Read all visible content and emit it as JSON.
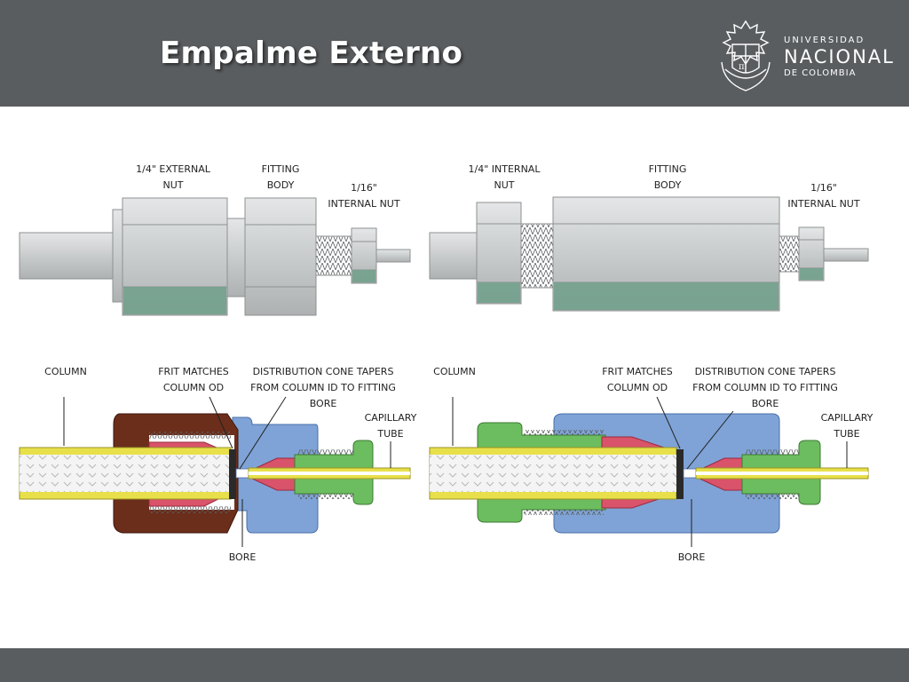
{
  "slide": {
    "title": "Empalme Externo"
  },
  "logo": {
    "line1": "UNIVERSIDAD",
    "line2": "NACIONAL",
    "line3": "DE COLOMBIA",
    "seal_glyph": "π"
  },
  "left_external_view": {
    "nut_label": [
      "1/4\" EXTERNAL",
      "NUT"
    ],
    "body_label": [
      "FITTING",
      "BODY"
    ],
    "small_nut_label": [
      "1/16\"",
      "INTERNAL NUT"
    ]
  },
  "right_external_view": {
    "nut_label": [
      "1/4\" INTERNAL",
      "NUT"
    ],
    "body_label": [
      "FITTING",
      "BODY"
    ],
    "small_nut_label": [
      "1/16\"",
      "INTERNAL NUT"
    ]
  },
  "left_cross_section": {
    "column_label": "COLUMN",
    "frit_label": [
      "FRIT MATCHES",
      "COLUMN OD"
    ],
    "cone_label": [
      "DISTRIBUTION CONE TAPERS",
      "FROM COLUMN ID TO FITTING",
      "BORE"
    ],
    "capillary_label": [
      "CAPILLARY",
      "TUBE"
    ],
    "bore_label": "BORE"
  },
  "right_cross_section": {
    "column_label": "COLUMN",
    "frit_label": [
      "FRIT MATCHES",
      "COLUMN OD"
    ],
    "cone_label": [
      "DISTRIBUTION CONE TAPERS",
      "FROM COLUMN ID TO FITTING",
      "BORE"
    ],
    "capillary_label": [
      "CAPILLARY",
      "TUBE"
    ],
    "bore_label": "BORE"
  },
  "colors": {
    "header_bar": "#5a5d60",
    "metal": "#c9cccd",
    "metal_dark": "#9a9d9e",
    "nut_green_tint": "#6fa08a",
    "body_blue": "#7fa3d6",
    "nut_brown": "#6b2e1b",
    "ferrule_green": "#6cbd5f",
    "cone_red": "#d9536a",
    "column_yellow": "#e8e04a"
  }
}
